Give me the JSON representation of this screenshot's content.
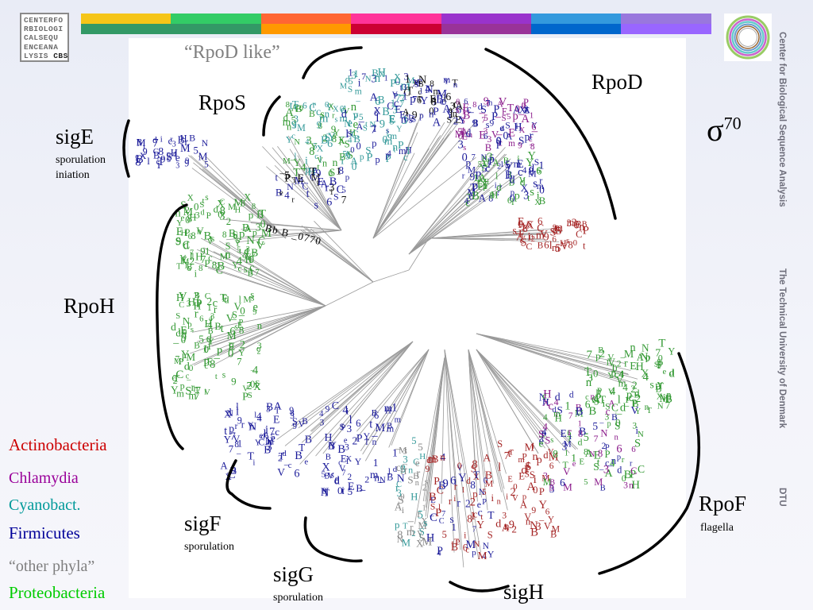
{
  "logo": {
    "lines": [
      "CENTERFO",
      "RBIOLOGI",
      "CALSEQU",
      "ENCEANA",
      "LYSIS"
    ],
    "brand": "CBS"
  },
  "colors": {
    "actinobacteria": "#cc0000",
    "chlamydia": "#990099",
    "cyanobacteria": "#009999",
    "firmicutes": "#000099",
    "other": "#7f7f7f",
    "proteobacteria": "#00cc00",
    "tree_green": "#339933",
    "tree_teal": "#339999",
    "tree_blue": "#1a1a99",
    "tree_red": "#a52525",
    "tree_purple": "#8a1a8a"
  },
  "bars": {
    "top": [
      "#f5c518",
      "#33cc66",
      "#ff6633",
      "#ff3399",
      "#9933cc",
      "#3399dd",
      "#9977dd"
    ],
    "bottom": [
      "#339966",
      "#339966",
      "#ff9900",
      "#cc0033",
      "#993399",
      "#0066cc",
      "#9966ff"
    ]
  },
  "side_text": {
    "center": "Center for Biological Sequence Analysis",
    "university": "The Technical University of Denmark",
    "short": "DTU"
  },
  "labels": {
    "rpod_like": "“RpoD like”",
    "rpos": "RpoS",
    "rpod": "RpoD",
    "sigma": "σ",
    "sigma_sup": "70",
    "sige": "sigE",
    "sige_sub1": "sporulation",
    "sige_sub2": "iniation",
    "rpoh": "RpoH",
    "rpof": "RpoF",
    "rpof_sub": "flagella",
    "sigf": "sigF",
    "sigf_sub": "sporulation",
    "sigg": "sigG",
    "sigg_sub": "sporulation",
    "sigh": "sigH",
    "bbb": "Bb B _0770"
  },
  "legend": [
    {
      "label": "Actinobacteria",
      "color": "#cc0000"
    },
    {
      "label": "Chlamydia",
      "color": "#990099"
    },
    {
      "label": "Cyanobact.",
      "color": "#009999"
    },
    {
      "label": "Firmicutes",
      "color": "#000099"
    },
    {
      "label": "“other phyla”",
      "color": "#7f7f7f"
    },
    {
      "label": "Proteobacteria",
      "color": "#00cc00"
    }
  ]
}
